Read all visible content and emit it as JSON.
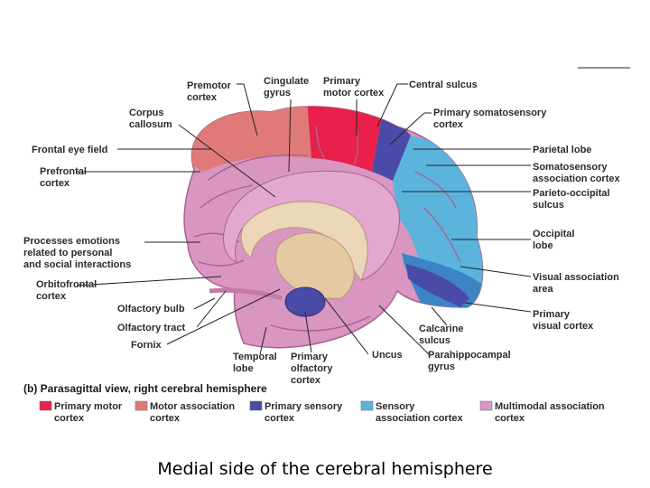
{
  "colors": {
    "primary_motor": "#e8204a",
    "motor_association": "#e07a7a",
    "primary_sensory": "#4a4aa8",
    "sensory_association": "#5ab4dc",
    "multimodal_association": "#d896c0"
  },
  "labels": {
    "premotor": [
      "Premotor",
      "cortex"
    ],
    "cingulate": [
      "Cingulate",
      "gyrus"
    ],
    "primary_motor": [
      "Primary",
      "motor cortex"
    ],
    "central_sulcus": [
      "Central sulcus"
    ],
    "corpus_callosum": [
      "Corpus",
      "callosum"
    ],
    "primary_somatosensory": [
      "Primary somatosensory",
      "cortex"
    ],
    "frontal_eye_field": [
      "Frontal eye field"
    ],
    "parietal_lobe": [
      "Parietal lobe"
    ],
    "prefrontal": [
      "Prefrontal",
      "cortex"
    ],
    "somatosensory_association": [
      "Somatosensory",
      "association cortex"
    ],
    "parieto_occipital": [
      "Parieto-occipital",
      "sulcus"
    ],
    "emotions": [
      "Processes emotions",
      "related to personal",
      "and social interactions"
    ],
    "occipital": [
      "Occipital",
      "lobe"
    ],
    "visual_association": [
      "Visual association",
      "area"
    ],
    "orbitofrontal": [
      "Orbitofrontal",
      "cortex"
    ],
    "olfactory_bulb": [
      "Olfactory bulb"
    ],
    "olfactory_tract": [
      "Olfactory tract"
    ],
    "primary_visual": [
      "Primary",
      "visual cortex"
    ],
    "calcarine": [
      "Calcarine",
      "sulcus"
    ],
    "fornix": [
      "Fornix"
    ],
    "uncus": [
      "Uncus"
    ],
    "temporal_lobe": [
      "Temporal",
      "lobe"
    ],
    "primary_olfactory": [
      "Primary",
      "olfactory",
      "cortex"
    ],
    "parahippocampal": [
      "Parahippocampal",
      "gyrus"
    ]
  },
  "view_label": {
    "tag": "(b)",
    "text": "Parasagittal view, right cerebral hemisphere"
  },
  "legend": [
    {
      "lines": [
        "Primary motor",
        "cortex"
      ],
      "color_key": "primary_motor"
    },
    {
      "lines": [
        "Motor association",
        "cortex"
      ],
      "color_key": "motor_association"
    },
    {
      "lines": [
        "Primary sensory",
        "cortex"
      ],
      "color_key": "primary_sensory"
    },
    {
      "lines": [
        "Sensory",
        "association cortex"
      ],
      "color_key": "sensory_association"
    },
    {
      "lines": [
        "Multimodal association",
        "cortex"
      ],
      "color_key": "multimodal_association"
    }
  ],
  "caption": "Medial side of the cerebral hemisphere"
}
